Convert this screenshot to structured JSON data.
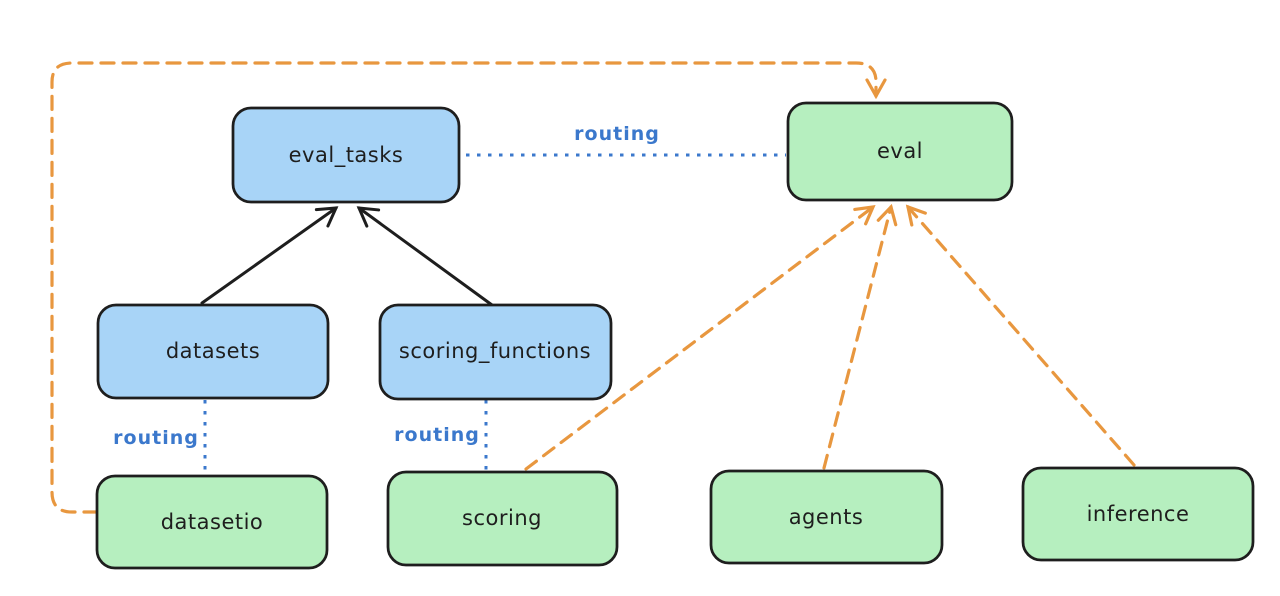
{
  "diagram": {
    "background": "#ffffff",
    "nodes": [
      {
        "id": "eval_tasks",
        "label": "eval_tasks",
        "color": "blue"
      },
      {
        "id": "eval",
        "label": "eval",
        "color": "green"
      },
      {
        "id": "datasets",
        "label": "datasets",
        "color": "blue"
      },
      {
        "id": "scoring_functions",
        "label": "scoring_functions",
        "color": "blue"
      },
      {
        "id": "datasetio",
        "label": "datasetio",
        "color": "green"
      },
      {
        "id": "scoring",
        "label": "scoring",
        "color": "green"
      },
      {
        "id": "agents",
        "label": "agents",
        "color": "green"
      },
      {
        "id": "inference",
        "label": "inference",
        "color": "green"
      }
    ],
    "edges": [
      {
        "from": "datasets",
        "to": "eval_tasks",
        "style": "solid",
        "color": "black",
        "arrow": true,
        "label": ""
      },
      {
        "from": "scoring_functions",
        "to": "eval_tasks",
        "style": "solid",
        "color": "black",
        "arrow": true,
        "label": ""
      },
      {
        "from": "eval_tasks",
        "to": "eval",
        "style": "dotted",
        "color": "blue",
        "arrow": false,
        "label": "routing"
      },
      {
        "from": "datasets",
        "to": "datasetio",
        "style": "dotted",
        "color": "blue",
        "arrow": false,
        "label": "routing"
      },
      {
        "from": "scoring_functions",
        "to": "scoring",
        "style": "dotted",
        "color": "blue",
        "arrow": false,
        "label": "routing"
      },
      {
        "from": "scoring",
        "to": "eval",
        "style": "dashed",
        "color": "orange",
        "arrow": true,
        "label": ""
      },
      {
        "from": "agents",
        "to": "eval",
        "style": "dashed",
        "color": "orange",
        "arrow": true,
        "label": ""
      },
      {
        "from": "inference",
        "to": "eval",
        "style": "dashed",
        "color": "orange",
        "arrow": true,
        "label": ""
      },
      {
        "from": "datasetio",
        "to": "eval",
        "style": "dashed",
        "color": "orange",
        "arrow": true,
        "label": "",
        "route": "left-and-over-top"
      }
    ],
    "colors": {
      "blue_node_fill": "#a8d4f7",
      "green_node_fill": "#b6efbf",
      "node_stroke": "#1e1e1e",
      "routing_label_blue": "#3b78cc",
      "orange_edge": "#e8973f",
      "black_edge": "#1e1e1e"
    }
  }
}
